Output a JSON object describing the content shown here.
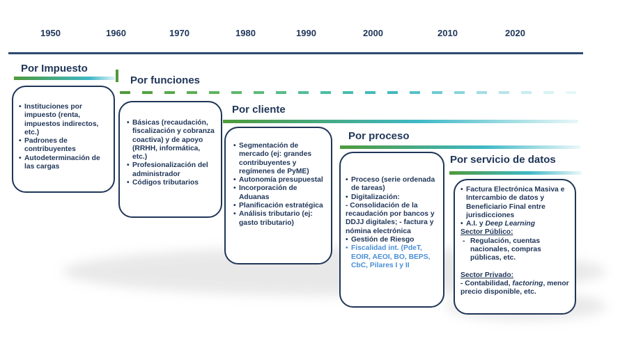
{
  "years": [
    "1950",
    "1960",
    "1970",
    "1980",
    "1990",
    "2000",
    "2010",
    "2020"
  ],
  "colors": {
    "navy": "#1f3558",
    "green": "#4f9a3b",
    "teal": "#3fb8c6",
    "light_blue": "#4a8fd6"
  },
  "eras": [
    {
      "title": "Por Impuesto",
      "items": [
        "Instituciones por impuesto (renta, impuestos indirectos, etc.)",
        "Padrones de contribuyentes",
        "Autodeterminación de las cargas"
      ]
    },
    {
      "title": "Por funciones",
      "items": [
        "Básicas (recaudación, fiscalización y cobranza coactiva) y de apoyo (RRHH, informática, etc.)",
        "Profesionalización del administrador",
        "Códigos tributarios"
      ]
    },
    {
      "title": "Por cliente",
      "items": [
        "Segmentación de mercado (ej: grandes contribuyentes y regímenes de PyME)",
        "Autonomía presupuestal",
        "Incorporación de Aduanas",
        "Planificación estratégica",
        "Análisis tributario (ej: gasto tributario)"
      ]
    },
    {
      "title": "Por proceso",
      "items": [
        "Proceso (serie ordenada de tareas)",
        "Digitalización:",
        "- Consolidación de la recaudación por bancos y DDJJ digitales; - factura y nómina electrónica",
        "Gestión de Riesgo",
        "Fiscalidad int. (PdeT, EOIR, AEOI, BO, BEPS, CbC, Pilares I y II"
      ]
    },
    {
      "title": "Por servicio de datos",
      "items": [
        "Factura Electrónica Masiva e Intercambio de datos y Beneficiario Final entre jurisdicciones",
        "A.I. y",
        "Deep Learning",
        "Sector Público:",
        "Regulación, cuentas nacionales, compras públicas, etc.",
        "Sector Privado:",
        "- Contabilidad,",
        "factoring",
        ", menor precio disponible, etc."
      ]
    }
  ]
}
